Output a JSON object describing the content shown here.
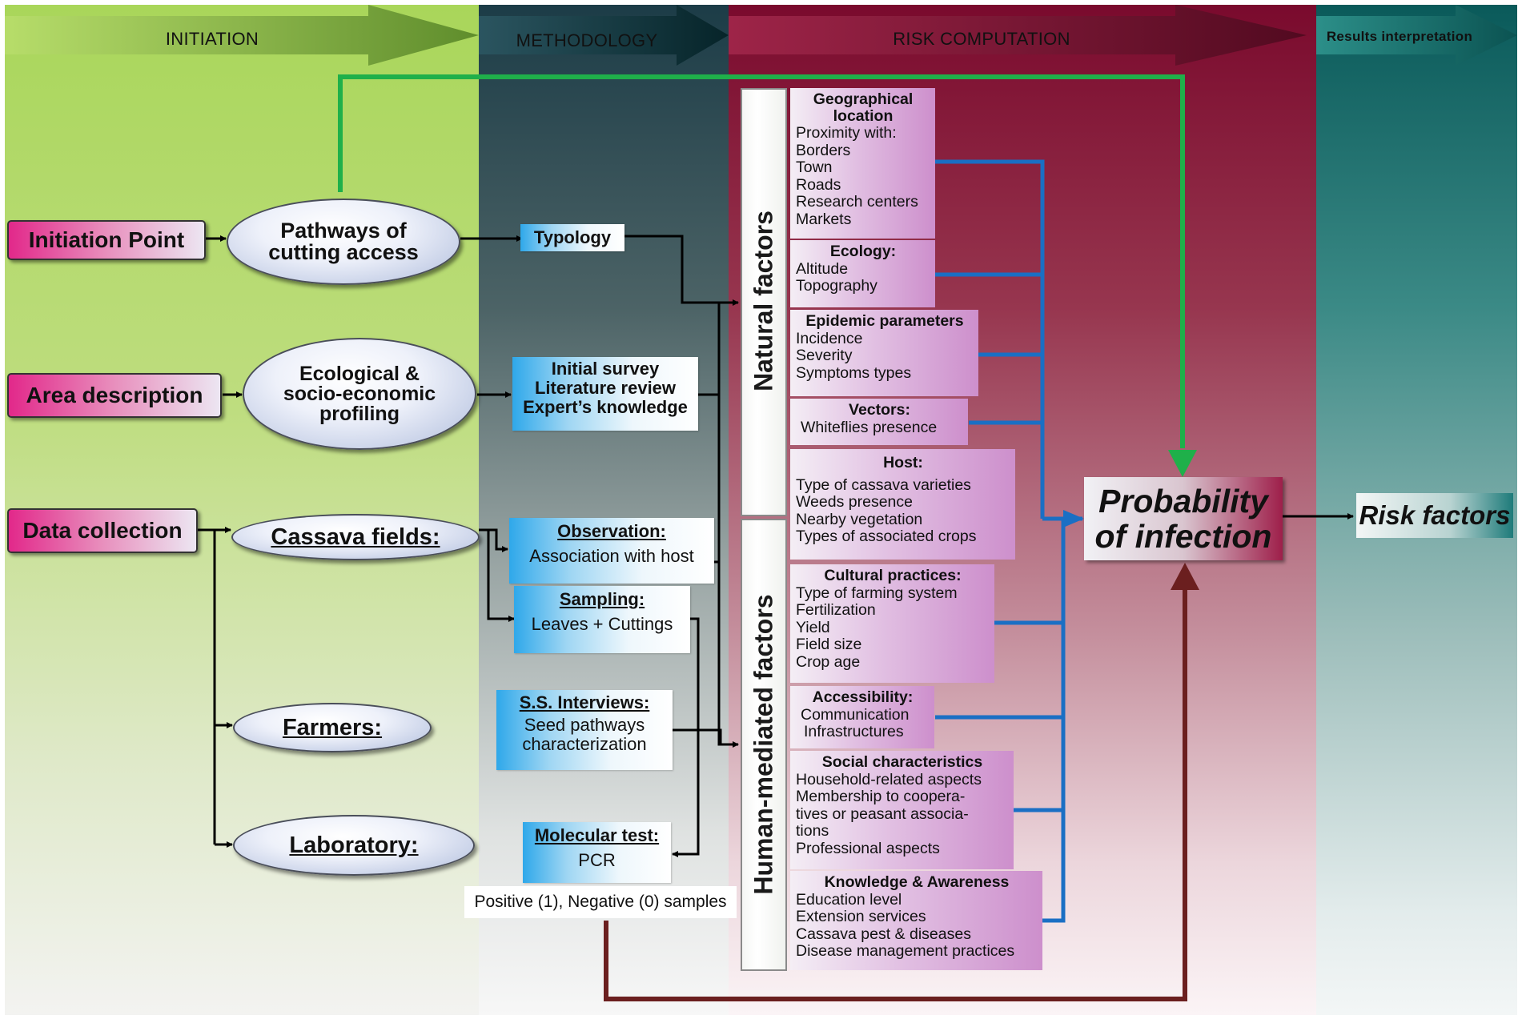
{
  "phases": {
    "initiation": "INITIATION",
    "methodology": "METHODOLOGY",
    "risk_computation": "RISK COMPUTATION",
    "results_interpretation": "Results interpretation"
  },
  "initiation": {
    "initiation_point": "Initiation Point",
    "area_description": "Area description",
    "data_collection": "Data collection",
    "pathways_line1": "Pathways of",
    "pathways_line2": "cutting access",
    "profiling_line1": "Ecological &",
    "profiling_line2": "socio-economic",
    "profiling_line3": "profiling",
    "cassava_fields": "Cassava fields:",
    "farmers": "Farmers:",
    "laboratory": "Laboratory:"
  },
  "methodology": {
    "typology": "Typology",
    "initial_survey": "Initial survey",
    "literature_review": "Literature review",
    "experts_knowledge": "Expert’s knowledge",
    "observation_title": "Observation:",
    "observation_body": "Association with host",
    "sampling_title": "Sampling:",
    "sampling_body": "Leaves + Cuttings",
    "interviews_title": "S.S. Interviews:",
    "interviews_body1": "Seed pathways",
    "interviews_body2": "characterization",
    "molecular_title": "Molecular test:",
    "molecular_body": "PCR",
    "samples_note": "Positive (1), Negative (0) samples"
  },
  "factor_groups": {
    "natural": "Natural factors",
    "human": "Human-mediated  factors"
  },
  "factors": {
    "geo": {
      "title1": "Geographical",
      "title2": "location",
      "items": [
        "Proximity with:",
        "Borders",
        "Town",
        "Roads",
        "Research centers",
        "Markets"
      ]
    },
    "ecology": {
      "title": "Ecology:",
      "items": [
        "Altitude",
        "Topography"
      ]
    },
    "epidemic": {
      "title": "Epidemic parameters",
      "items": [
        "Incidence",
        "Severity",
        "Symptoms types"
      ]
    },
    "vectors": {
      "title": "Vectors:",
      "items": [
        "Whiteflies presence"
      ]
    },
    "host": {
      "title": "Host:",
      "items": [
        "Type of cassava varieties",
        "Weeds presence",
        "Nearby vegetation",
        "Types of associated crops"
      ]
    },
    "cultural": {
      "title": "Cultural practices:",
      "items": [
        "Type of farming system",
        "Fertilization",
        "Yield",
        "Field size",
        "Crop age"
      ]
    },
    "access": {
      "title": "Accessibility:",
      "items": [
        "Communication",
        "Infrastructures"
      ]
    },
    "social": {
      "title": "Social characteristics",
      "items": [
        "Household-related aspects",
        "Membership  to  cooperа-",
        "tives  or  peasant  associa-",
        "tions",
        "Professional  aspects"
      ]
    },
    "knowledge": {
      "title": "Knowledge & Awareness",
      "items": [
        "Education level",
        "Extension services",
        "Cassava pest & diseases",
        "Disease management practices"
      ]
    }
  },
  "results": {
    "probability_line1": "Probability",
    "probability_line2": "of infection",
    "risk_factors": "Risk factors"
  },
  "colors": {
    "initiation": "#a9d65a",
    "methodology": "#1c3c47",
    "risk_computation": "#7a0a2d",
    "results": "#0a5a5a",
    "green_path": "#1fb04a",
    "blue_links": "#1a6fc4",
    "brown_feedback": "#6b1f1f"
  }
}
